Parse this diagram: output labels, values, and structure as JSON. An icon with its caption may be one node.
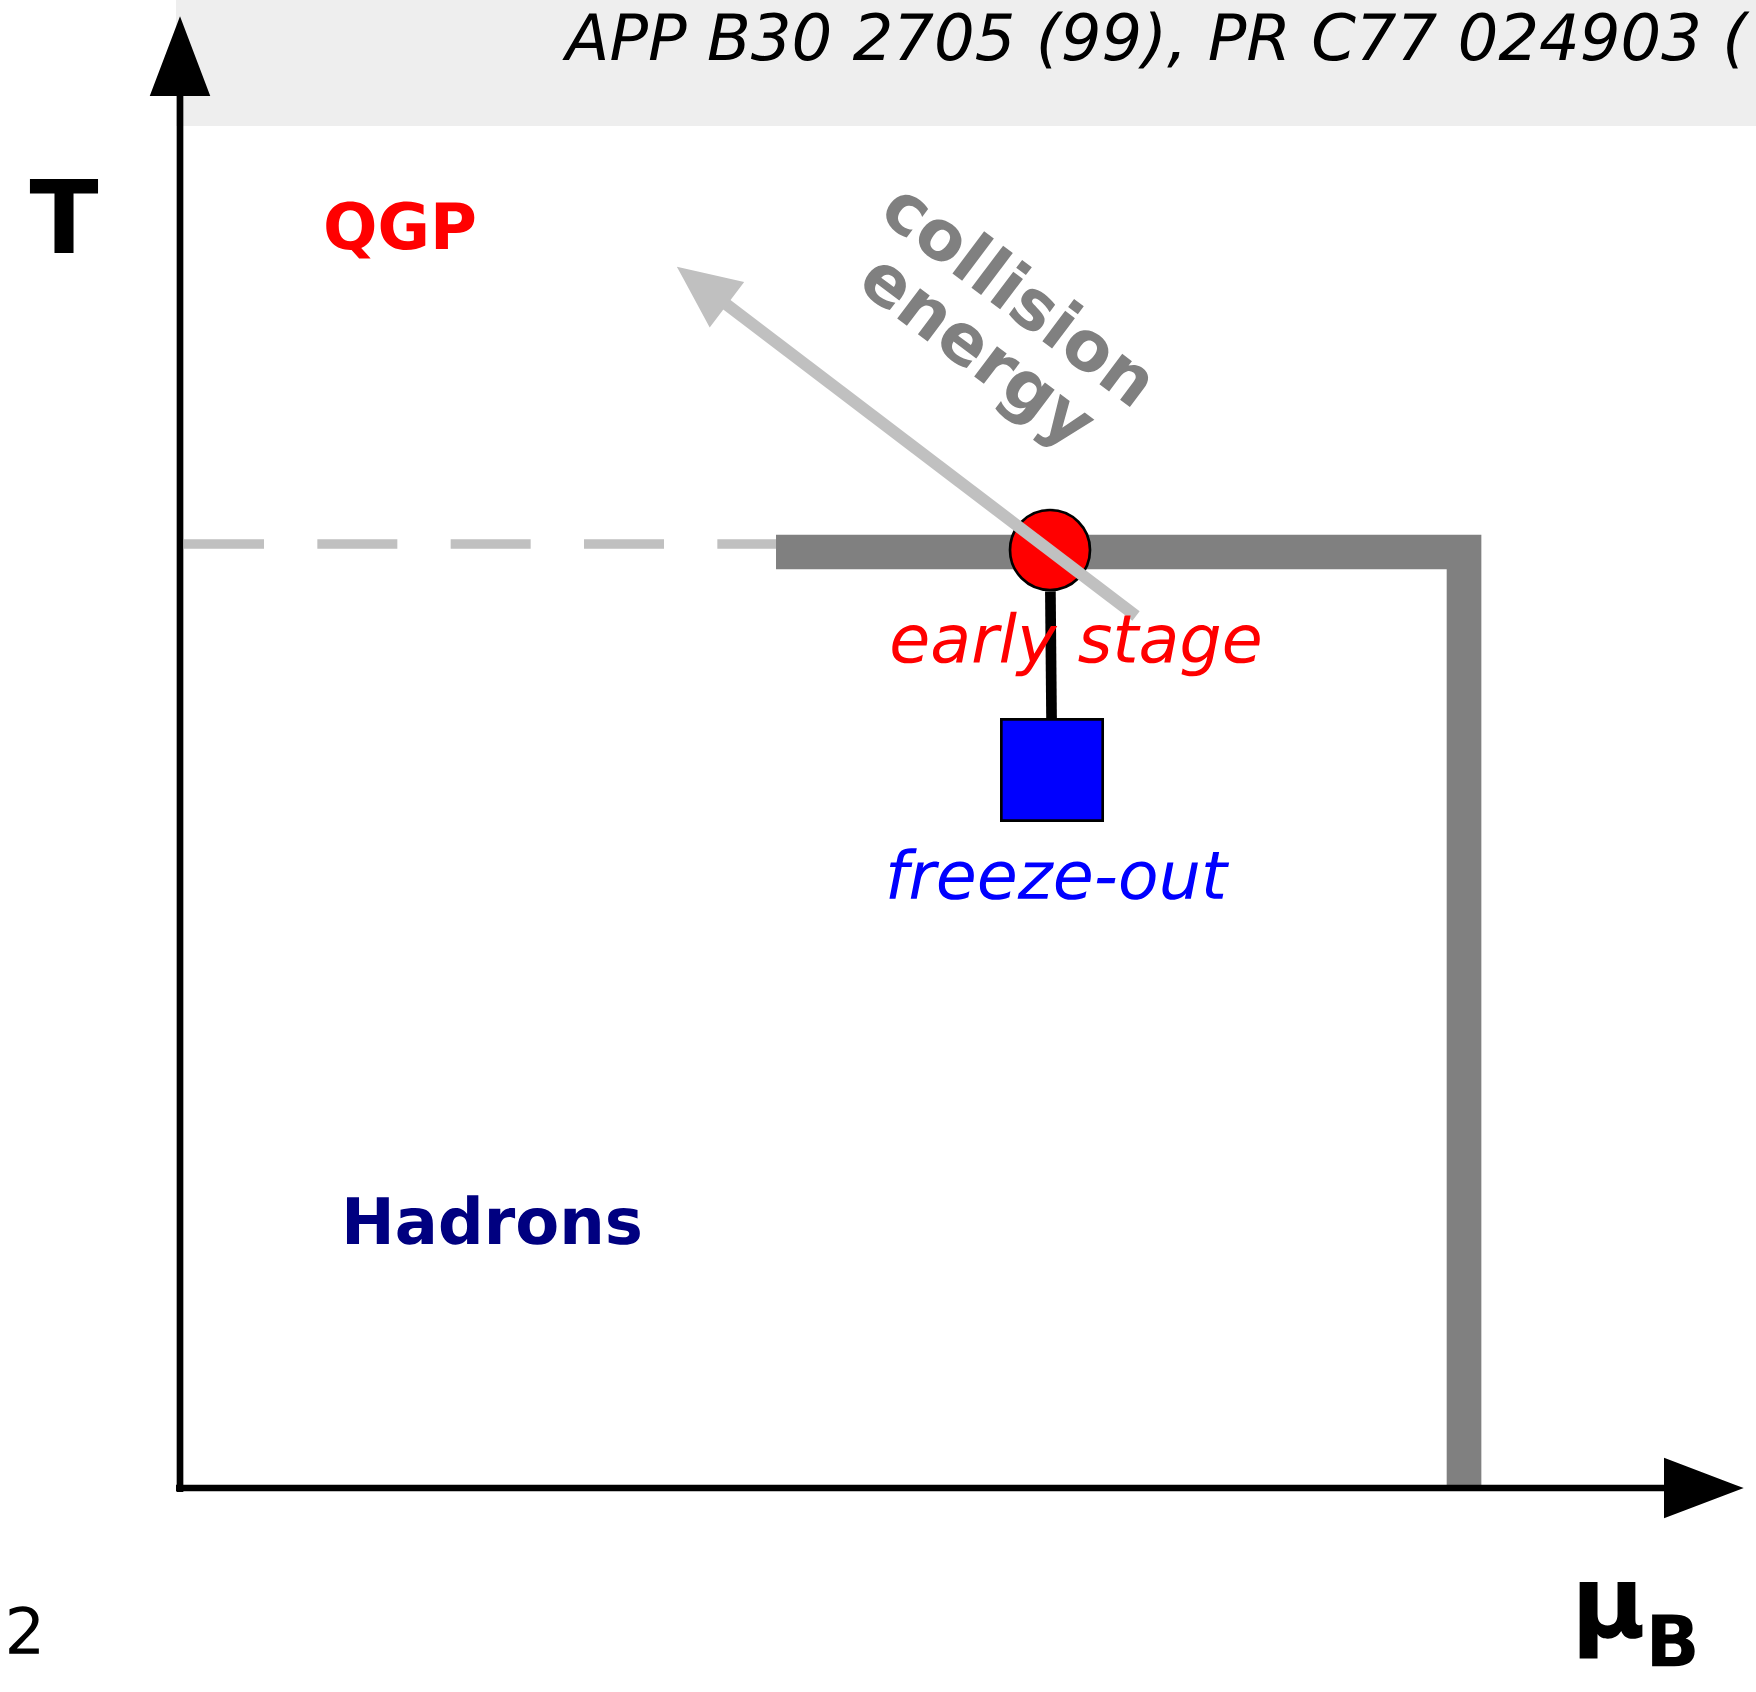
{
  "diagram": {
    "nodes": [
      {
        "text": [],
        "shape": "circle",
        "beside": [
          "early stage"
        ]
      },
      {
        "text": [],
        "shape": "box",
        "beside": [
          "freeze-out"
        ]
      }
    ],
    "edges": [
      {
        "from": 0,
        "to": 1,
        "arrow": "none"
      }
    ],
    "labels": [
      "APP B30 2705 (99),  PR C77 024903 (",
      "T",
      "QGP",
      "collision energy",
      "Hadrons",
      "2",
      "μ$_{B}$"
    ]
  }
}
